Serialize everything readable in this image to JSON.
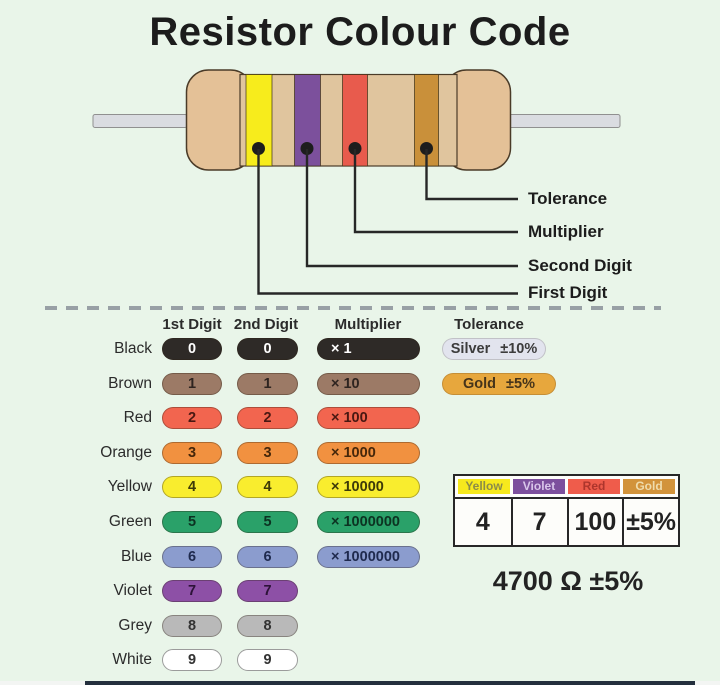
{
  "title": "Resistor Colour Code",
  "colors": {
    "background": "#e9f5e9",
    "ink": "#1c1c1c",
    "connector_line": "#272727",
    "divider": "#98a0a5",
    "lead": "#dadce1",
    "resistor_cap": "#e4c197",
    "resistor_body": "#e0c59e",
    "outline": "#4a3b28",
    "bottom_bar": "#242f3d"
  },
  "resistor": {
    "bands": [
      {
        "name": "first-digit-band",
        "color": "#f7ec1c"
      },
      {
        "name": "second-digit-band",
        "color": "#7c509c"
      },
      {
        "name": "multiplier-band",
        "color": "#e85b4d"
      },
      {
        "name": "tolerance-band",
        "color": "#c9903a"
      }
    ],
    "labels": [
      "Tolerance",
      "Multiplier",
      "Second Digit",
      "First Digit"
    ]
  },
  "code_table": {
    "headers": [
      "1st Digit",
      "2nd Digit",
      "Multiplier"
    ],
    "tolerance_header": "Tolerance",
    "rows": [
      {
        "label": "Black",
        "digit1": "0",
        "digit2": "0",
        "multiplier": "× 1",
        "color": "#2e2a27",
        "text": "#ffffff"
      },
      {
        "label": "Brown",
        "digit1": "1",
        "digit2": "1",
        "multiplier": "× 10",
        "color": "#9c7a66",
        "text": "#2e2420"
      },
      {
        "label": "Red",
        "digit1": "2",
        "digit2": "2",
        "multiplier": "× 100",
        "color": "#f2654f",
        "text": "#4a1812"
      },
      {
        "label": "Orange",
        "digit1": "3",
        "digit2": "3",
        "multiplier": "× 1000",
        "color": "#f19140",
        "text": "#46270a"
      },
      {
        "label": "Yellow",
        "digit1": "4",
        "digit2": "4",
        "multiplier": "× 10000",
        "color": "#f9ed2e",
        "text": "#3e3a08"
      },
      {
        "label": "Green",
        "digit1": "5",
        "digit2": "5",
        "multiplier": "× 1000000",
        "color": "#2aa169",
        "text": "#0c3322"
      },
      {
        "label": "Blue",
        "digit1": "6",
        "digit2": "6",
        "multiplier": "× 1000000",
        "color": "#8b9cce",
        "text": "#1f2a4e"
      },
      {
        "label": "Violet",
        "digit1": "7",
        "digit2": "7",
        "multiplier": null,
        "color": "#8d50a6",
        "text": "#2d1238"
      },
      {
        "label": "Grey",
        "digit1": "8",
        "digit2": "8",
        "multiplier": null,
        "color": "#b9b9b9",
        "text": "#333333"
      },
      {
        "label": "White",
        "digit1": "9",
        "digit2": "9",
        "multiplier": null,
        "color": "#ffffff",
        "text": "#333333",
        "border": "#9b9b9b"
      }
    ],
    "tolerances": [
      {
        "label": "Silver",
        "value": "±10%",
        "color": "#e2e4ee",
        "text": "#3c3c3c"
      },
      {
        "label": "Gold",
        "value": "±5%",
        "color": "#e7a73d",
        "text": "#46341a"
      }
    ]
  },
  "example": {
    "headers": [
      {
        "label": "Yellow",
        "color": "#f6e91d",
        "text": "#8b8b49"
      },
      {
        "label": "Violet",
        "color": "#7c4f9d",
        "text": "#d9c6ea"
      },
      {
        "label": "Red",
        "color": "#ef5c4b",
        "text": "#ad352c"
      },
      {
        "label": "Gold",
        "color": "#d2933b",
        "text": "#efdcad"
      }
    ],
    "values": [
      "4",
      "7",
      "100",
      "±5%"
    ],
    "result": "4700 Ω ±5%"
  }
}
